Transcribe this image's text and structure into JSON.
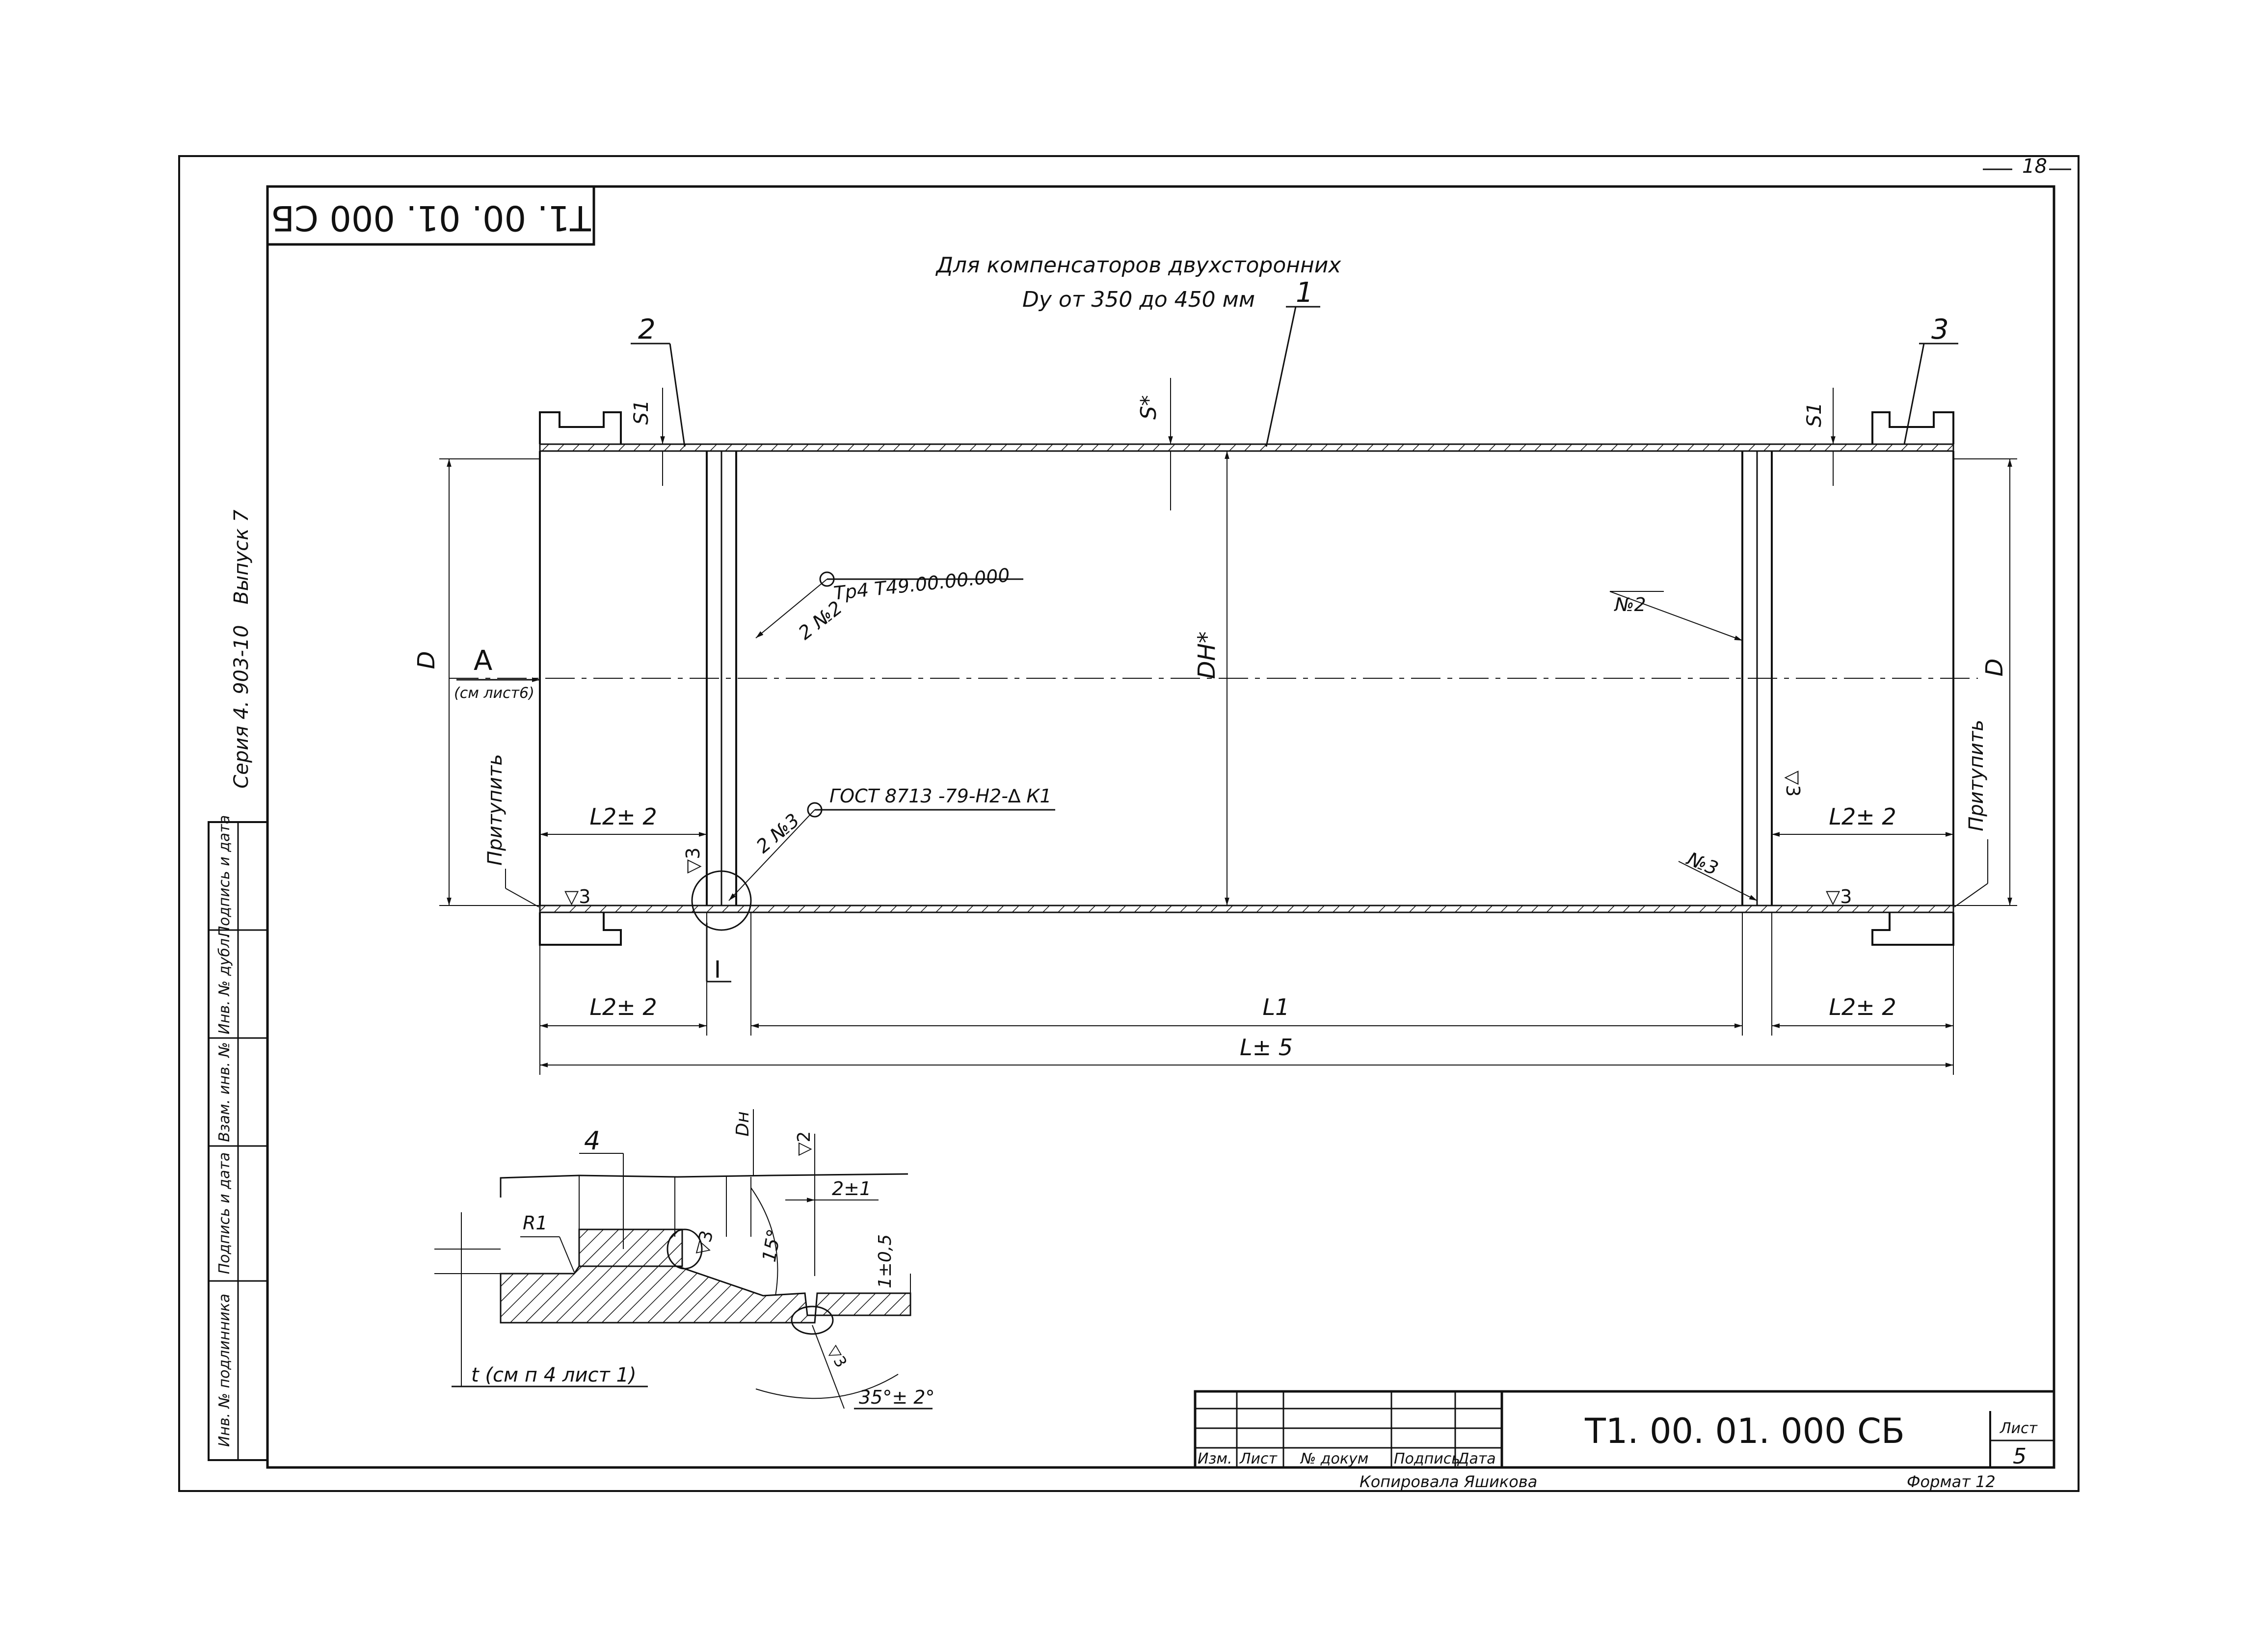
{
  "page_number": "18",
  "doc_code": "Т1. 00. 01. 000 СБ",
  "doc_code_inverted": "Т1. 00. 01. 000 СБ",
  "title_line1": "Для компенсаторов двухсторонних",
  "title_line2": "Dy от 350 до 450 мм",
  "series_label": "Серия 4. 903-10",
  "issue_label": "Выпуск 7",
  "callouts": {
    "c1": "1",
    "c2": "2",
    "c3": "3",
    "c4": "4"
  },
  "dims": {
    "s1_left": "S1",
    "s_star": "S*",
    "s1_right": "S1",
    "d_left": "D",
    "d_right": "D",
    "dn_star": "DН*",
    "l2_upper_left": "L2± 2",
    "l2_upper_right": "L2± 2",
    "l2_lower_left": "L2± 2",
    "l1": "L1",
    "l2_lower_right": "L2± 2",
    "l_total": "L± 5"
  },
  "notes": {
    "weld_ref_label": "2 №2",
    "weld_ref_doc": "Тр4 Т49.00.00.000",
    "weld_no2_right": "№2",
    "view_a_letter": "А",
    "view_a_ref": "(см лист6)",
    "gost_label": "ГОСТ 8713 -79-Н2-∆ К1",
    "weld_no3_left": "2 №3",
    "weld_no3_right": "№3",
    "pritupit_left": "Притупить",
    "pritupit_right": "Притупить",
    "rough_left": "▽3",
    "rough_left_vert": "▽3",
    "rough_right": "▽3",
    "rough_right_vert": "▽3",
    "detail_marker": "I"
  },
  "detail": {
    "r1": "R1",
    "dn": "Dн",
    "rough2": "▽2",
    "gap": "2±1",
    "angle15": "15°",
    "land": "1±0,5",
    "rough3": "▽3",
    "rough3b": "▽3",
    "t_note": "t (см п 4 лист 1)",
    "bevel": "35°± 2°"
  },
  "stamp": {
    "col_izm": "Изм.",
    "col_list": "Лист",
    "col_ndokum": "№ докум",
    "col_podpis": "Подпись",
    "col_data": "Дата",
    "sheet_label": "Лист",
    "sheet_number": "5",
    "copied_by": "Копировала  Яшикова",
    "format": "Формат  12"
  },
  "side_stamp": [
    "Инв. № подлинника",
    "Подпись и дата",
    "Взам. инв. №",
    "Инв. № дубл.",
    "Подпись и дата"
  ]
}
